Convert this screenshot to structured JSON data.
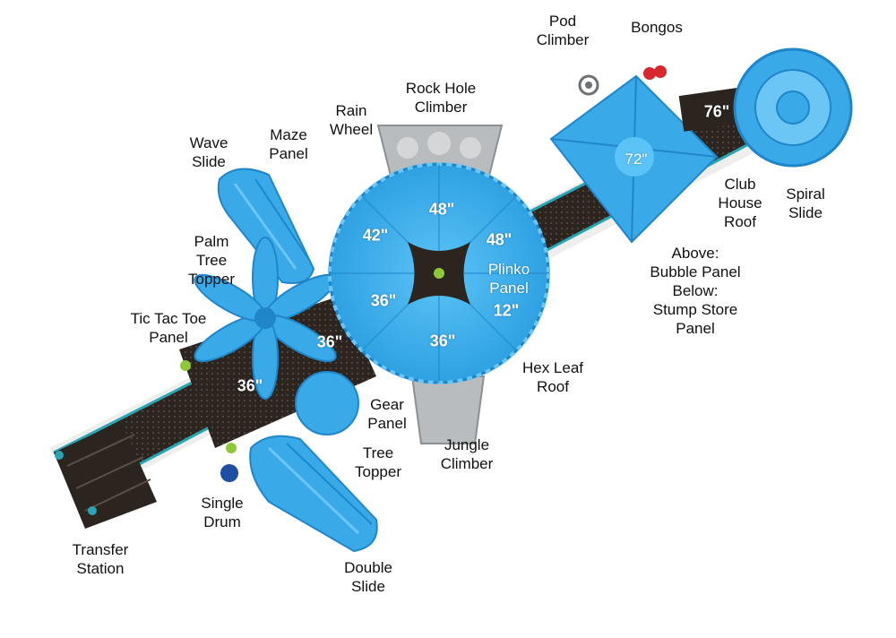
{
  "colors": {
    "blue": "#3aa9e8",
    "blue_dark": "#1f86c9",
    "blue_light": "#6cc6f5",
    "deck": "#2b241f",
    "rail_teal": "#2aa5b3",
    "rock_gray": "#b9bcbf",
    "accent_green": "#8fc93a",
    "accent_red": "#d9262f"
  },
  "labels": {
    "pod_climber": "Pod\nClimber",
    "bongos": "Bongos",
    "rain_wheel": "Rain\nWheel",
    "rock_hole_climber": "Rock Hole\nClimber",
    "maze_panel": "Maze\nPanel",
    "wave_slide": "Wave\nSlide",
    "palm_tree_topper": "Palm\nTree\nTopper",
    "tic_tac_toe_panel": "Tic Tac Toe\nPanel",
    "club_house_roof": "Club\nHouse\nRoof",
    "spiral_slide": "Spiral\nSlide",
    "bubble_stump_panel": "Above:\nBubble Panel\nBelow:\nStump Store\nPanel",
    "plinko_panel": "Plinko\nPanel",
    "hex_leaf_roof": "Hex Leaf\nRoof",
    "gear_panel": "Gear\nPanel",
    "jungle_climber": "Jungle\nClimber",
    "tree_topper": "Tree\nTopper",
    "single_drum": "Single\nDrum",
    "transfer_station": "Transfer\nStation",
    "double_slide": "Double\nSlide"
  },
  "heights": {
    "spiral": "76\"",
    "clubhouse": "72\"",
    "hex_top": "48\"",
    "hex_right": "48\"",
    "hex_left": "42\"",
    "hex_mid_left": "36\"",
    "hex_bottom": "36\"",
    "plinko_12": "12\"",
    "deck_upper": "36\"",
    "deck_lower": "36\""
  }
}
